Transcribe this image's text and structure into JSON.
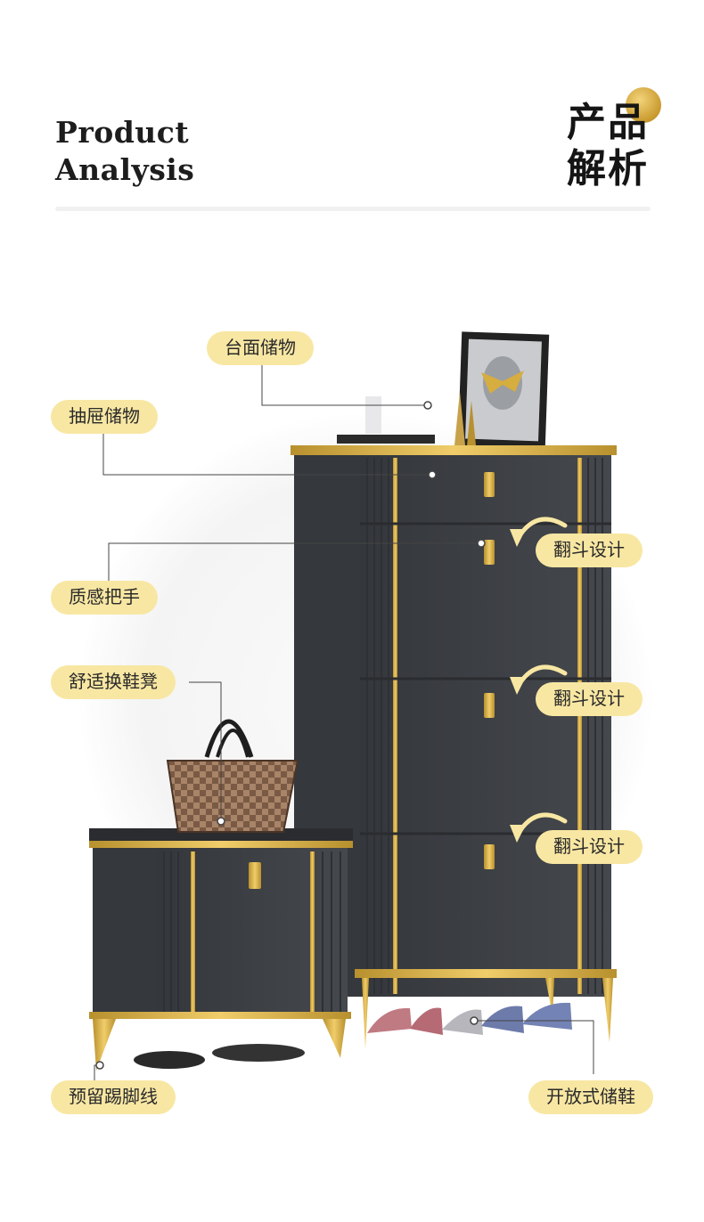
{
  "header": {
    "title_en_line1": "Product",
    "title_en_line2": "Analysis",
    "title_cn_line1": "产品",
    "title_cn_line2": "解析"
  },
  "labels": {
    "top_storage": "台面储物",
    "drawer_storage": "抽屉储物",
    "handle": "质感把手",
    "stool": "舒适换鞋凳",
    "kickline": "预留踢脚线",
    "open_storage": "开放式储鞋",
    "flip1": "翻斗设计",
    "flip2": "翻斗设计",
    "flip3": "翻斗设计"
  },
  "colors": {
    "accent_gold": "#d6ad3f",
    "label_bg": "#f8e7a3",
    "cabinet": "#3e4146",
    "text": "#1d1d1d"
  },
  "icons": [
    "rotate-arrow-icon",
    "gold-dot-icon"
  ]
}
